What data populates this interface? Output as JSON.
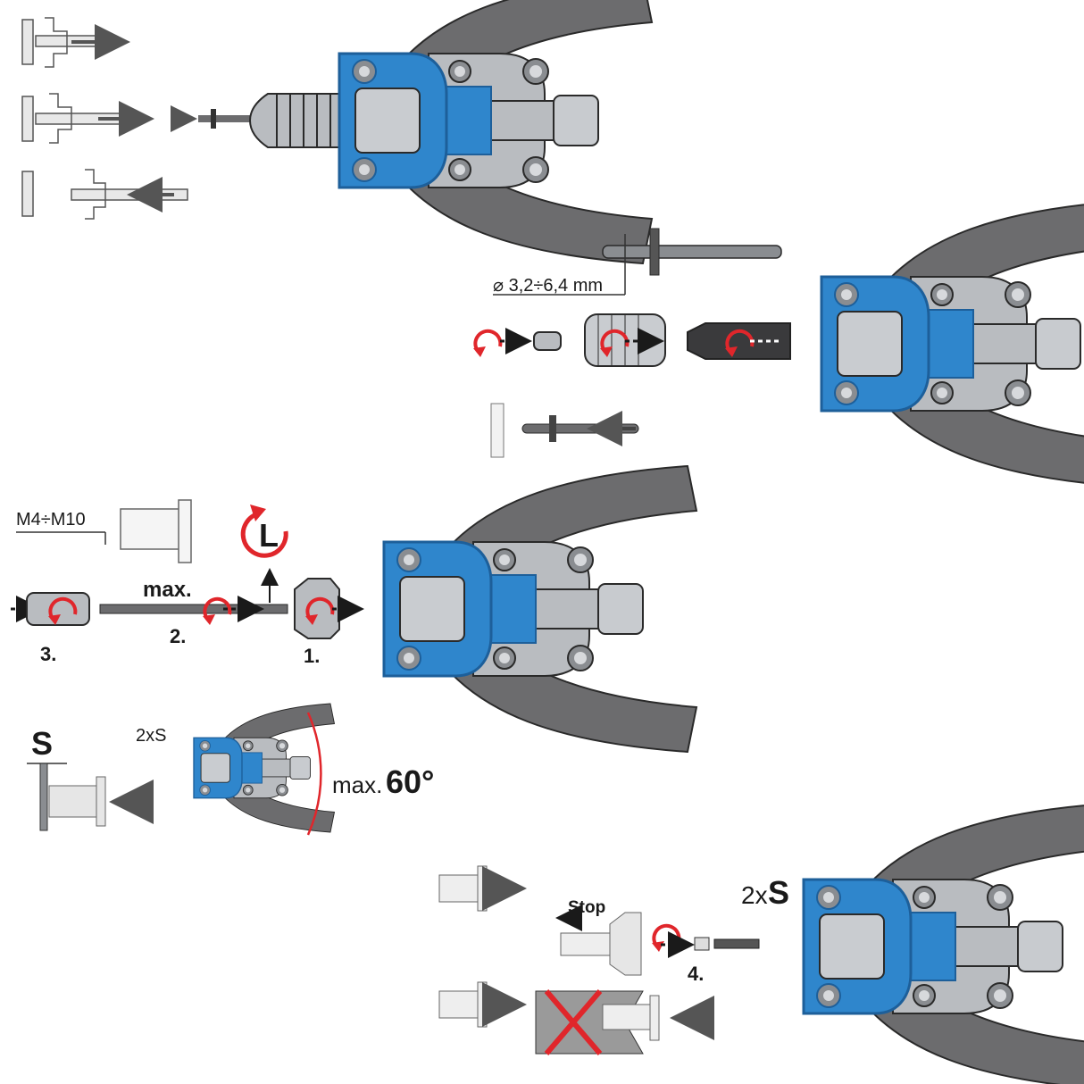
{
  "colors": {
    "tool_blue": "#2f86cc",
    "tool_blue_dark": "#1d5f9a",
    "metal": "#b9bcc0",
    "metal_dark": "#7d8186",
    "handle_grey": "#6c6c6e",
    "arrow_red": "#e0262b",
    "outline": "#2a2a2a"
  },
  "labels": {
    "diameter_range": "⌀ 3,2÷6,4 mm",
    "thread_range": "M4÷M10",
    "max_text": "max.",
    "step_1": "1.",
    "step_2": "2.",
    "step_3": "3.",
    "step_4": "4.",
    "length_symbol": "L",
    "s_symbol": "S",
    "two_x_s_small": "2xS",
    "two_x_s_large_prefix": "2x",
    "two_x_s_large_suffix": "S",
    "angle_prefix": "max.",
    "angle_value": "60°",
    "stop_label": "Stop"
  },
  "icons": {
    "rotate": "rotate-arrow-icon",
    "dashed_arrow": "dashed-arrow-icon",
    "wrong": "red-x-icon"
  }
}
